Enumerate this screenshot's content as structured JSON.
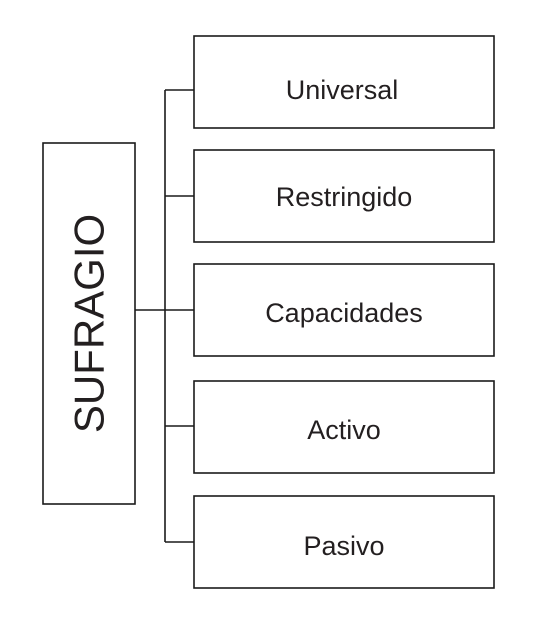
{
  "diagram": {
    "root": {
      "label": "SUFRAGIO"
    },
    "leaves": [
      {
        "label": "Universal"
      },
      {
        "label": "Restringido"
      },
      {
        "label": "Capacidades"
      },
      {
        "label": "Activo"
      },
      {
        "label": "Pasivo"
      }
    ]
  },
  "colors": {
    "stroke": "#1a1a1a",
    "text": "#231f20",
    "background": "#ffffff"
  }
}
